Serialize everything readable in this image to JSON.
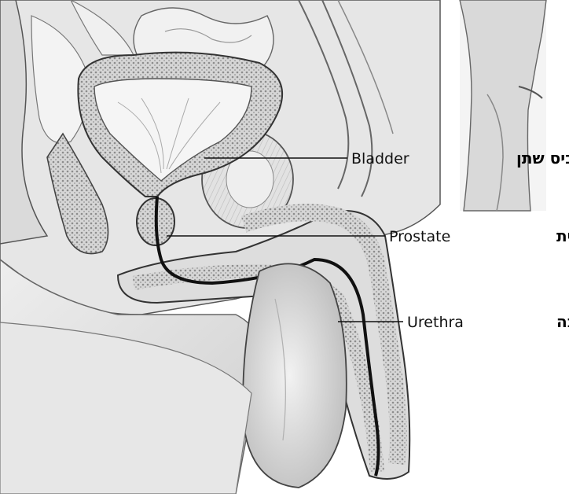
{
  "labels": [
    {
      "id": "bladder",
      "english": "Bladder",
      "hebrew": "כיס שתן"
    },
    {
      "id": "prostate",
      "english": "Prostate",
      "hebrew": "ערמונית"
    },
    {
      "id": "urethra",
      "english": "Urethra",
      "hebrew": "שופכה"
    }
  ],
  "colors": {
    "background": "#ffffff",
    "tissue": "#e9e9e9",
    "tissue_dark": "#cfcfcf",
    "outline": "#3a3a3a",
    "urethra": "#111111"
  }
}
